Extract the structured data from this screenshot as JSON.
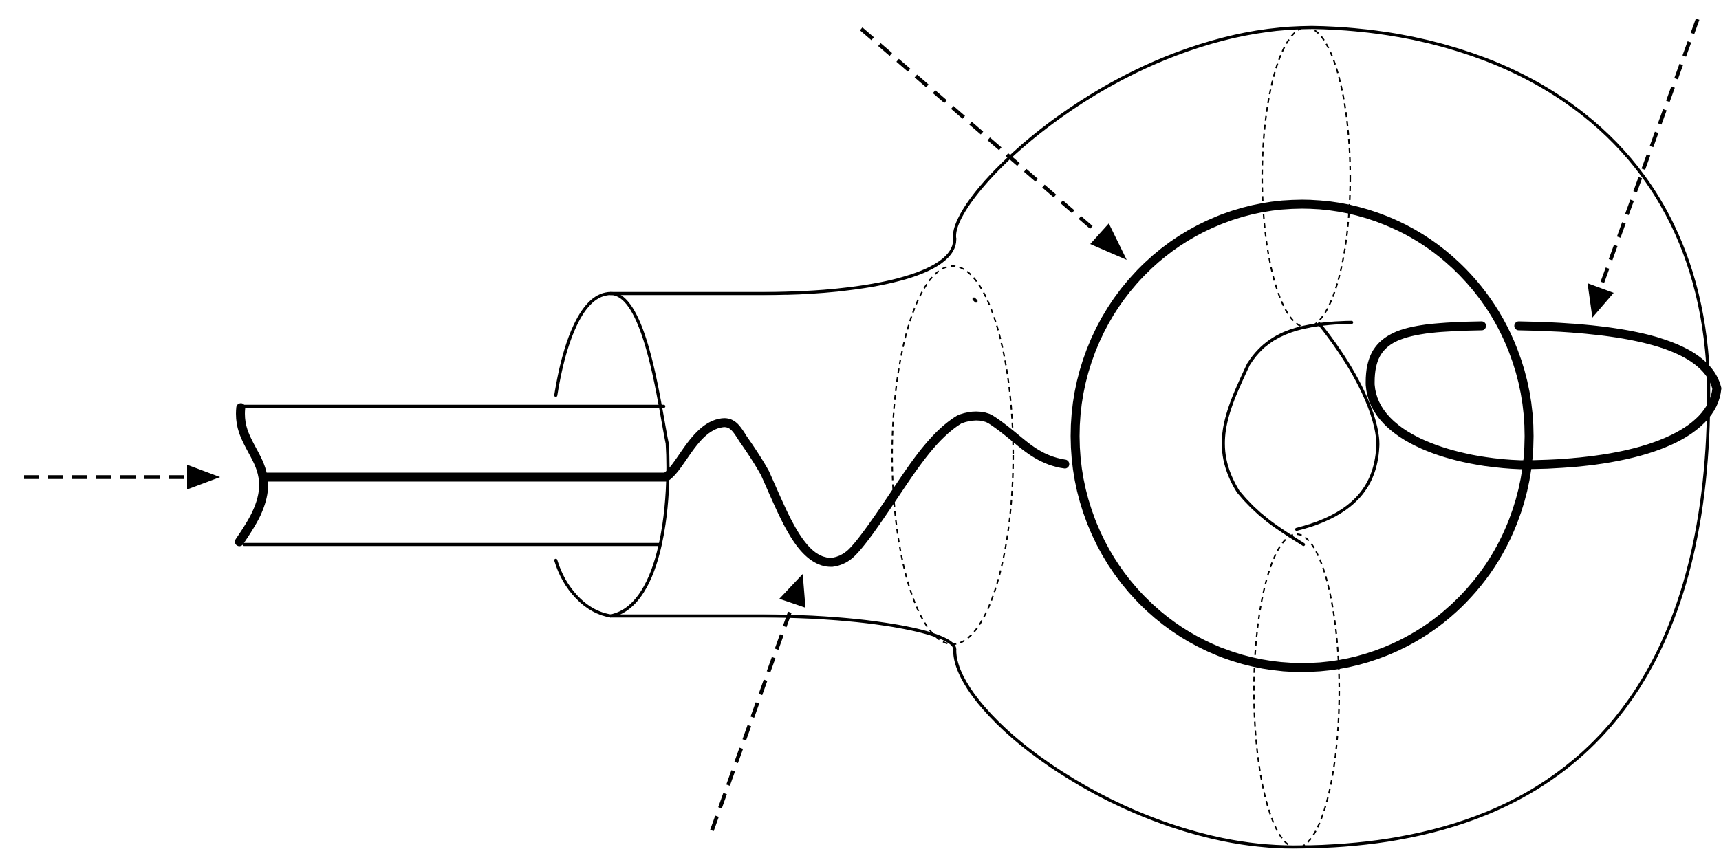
{
  "diagram": {
    "type": "topology-line-drawing",
    "description_text": [],
    "colors": {
      "stroke": "#000000",
      "background": "#ffffff"
    },
    "pointer_arrows": [
      {
        "name": "left-horizontal-arrow",
        "direction": "right"
      },
      {
        "name": "top-diagonal-arrow",
        "direction": "down-right"
      },
      {
        "name": "top-right-arrow",
        "direction": "down-left"
      },
      {
        "name": "bottom-diagonal-arrow",
        "direction": "up-right"
      }
    ]
  }
}
